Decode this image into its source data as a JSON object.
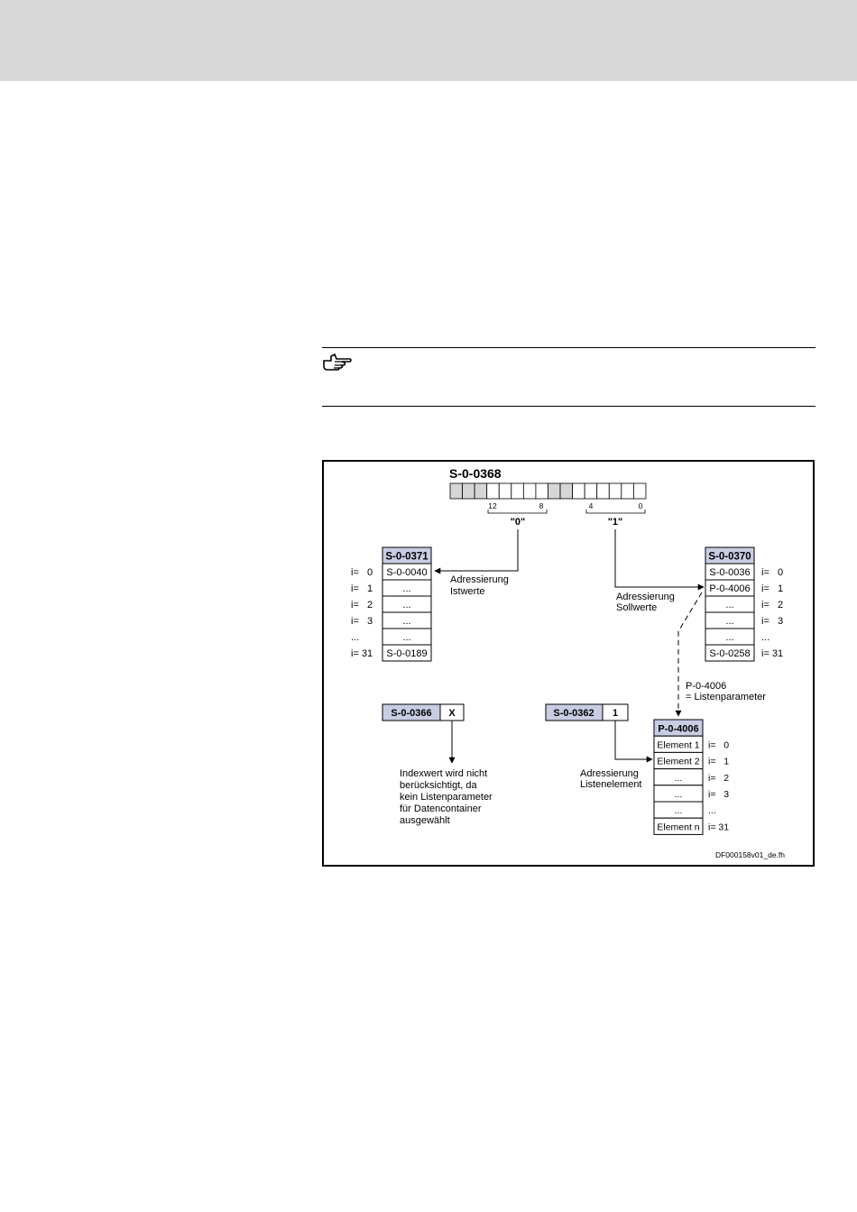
{
  "diagram": {
    "main_param": "S-0-0368",
    "bit_labels": [
      "12",
      "8",
      "4",
      "0"
    ],
    "selector_0": "\"0\"",
    "selector_1": "\"1\"",
    "istwerte": {
      "header": "S-0-0371",
      "rows": [
        {
          "index": "i=   0",
          "value": "S-0-0040"
        },
        {
          "index": "i=   1",
          "value": "..."
        },
        {
          "index": "i=   2",
          "value": "..."
        },
        {
          "index": "i=   3",
          "value": "..."
        },
        {
          "index": "...",
          "value": "..."
        },
        {
          "index": "i= 31",
          "value": "S-0-0189"
        }
      ],
      "label_line1": "Adressierung",
      "label_line2": "Istwerte"
    },
    "sollwerte": {
      "header": "S-0-0370",
      "rows": [
        {
          "index": "i=   0",
          "value": "S-0-0036"
        },
        {
          "index": "i=   1",
          "value": "P-0-4006"
        },
        {
          "index": "i=   2",
          "value": "..."
        },
        {
          "index": "i=   3",
          "value": "..."
        },
        {
          "index": "...",
          "value": "..."
        },
        {
          "index": "i= 31",
          "value": "S-0-0258"
        }
      ],
      "label_line1": "Adressierung",
      "label_line2": "Sollwerte"
    },
    "listen_note_line1": "P-0-4006",
    "listen_note_line2": "= Listenparameter",
    "index_box": {
      "param": "S-0-0366",
      "value": "X"
    },
    "index_note": [
      "Indexwert wird nicht",
      "berücksichtigt, da",
      "kein Listenparameter",
      "für Datencontainer",
      "ausgewählt"
    ],
    "list_index_box": {
      "param": "S-0-0362",
      "value": "1"
    },
    "list_label_line1": "Adressierung",
    "list_label_line2": "Listenelement",
    "list_param": {
      "header": "P-0-4006",
      "rows": [
        {
          "index": "i=   0",
          "value": "Element 1"
        },
        {
          "index": "i=   1",
          "value": "Element 2"
        },
        {
          "index": "i=   2",
          "value": "..."
        },
        {
          "index": "i=   3",
          "value": "..."
        },
        {
          "index": "...",
          "value": "..."
        },
        {
          "index": "i= 31",
          "value": "Element n"
        }
      ]
    },
    "figure_id": "DF000158v01_de.fh"
  },
  "colors": {
    "header_fill": "#c9cde3",
    "bit_fill": "#d6d6d6",
    "top_bar": "#d9d9d9"
  }
}
